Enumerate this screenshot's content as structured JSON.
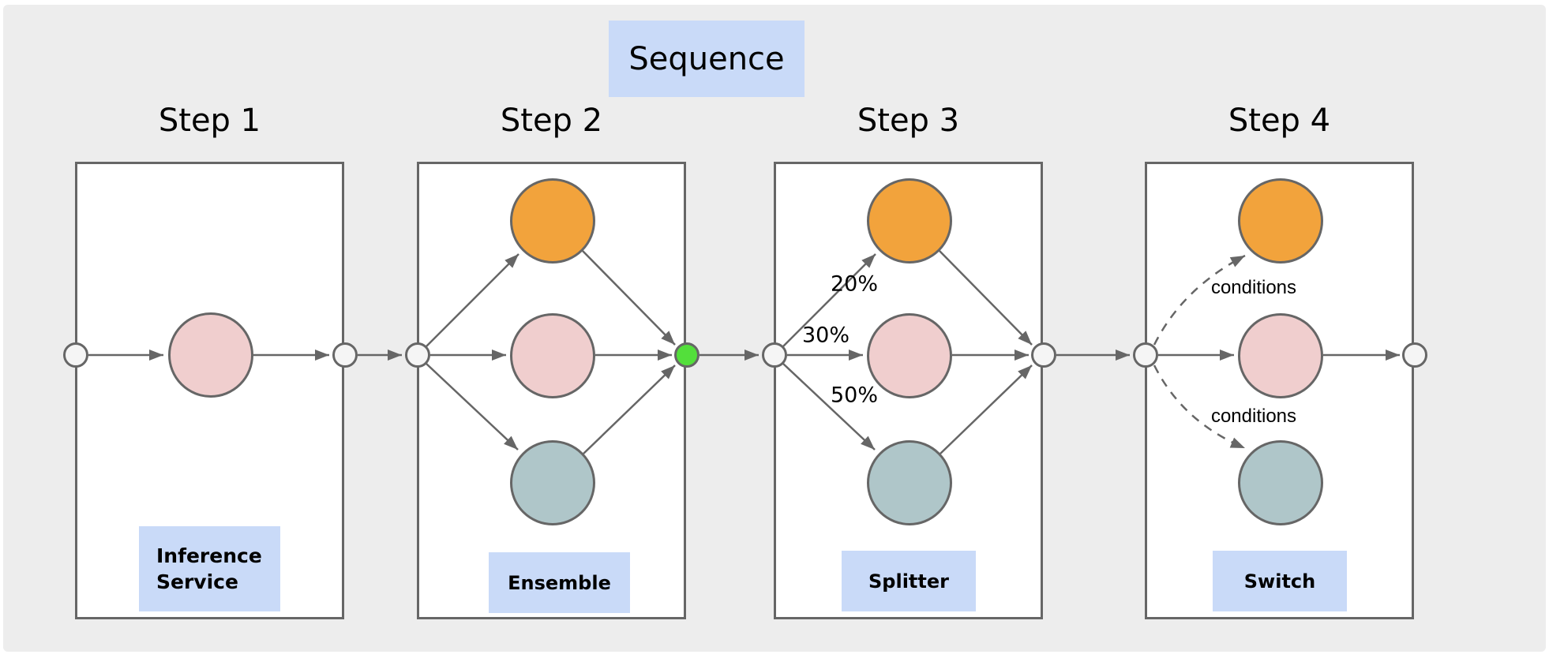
{
  "title": "Sequence",
  "steps": [
    {
      "title": "Step 1",
      "label": "Inference\nService",
      "nodes": [
        "pink"
      ]
    },
    {
      "title": "Step 2",
      "label": "Ensemble",
      "nodes": [
        "orange",
        "pink",
        "teal"
      ],
      "join_node": "green"
    },
    {
      "title": "Step 3",
      "label": "Splitter",
      "nodes": [
        "orange",
        "pink",
        "teal"
      ],
      "branch_labels": [
        "20%",
        "30%",
        "50%"
      ]
    },
    {
      "title": "Step 4",
      "label": "Switch",
      "nodes": [
        "orange",
        "pink",
        "teal"
      ],
      "branch_labels": [
        "conditions",
        "conditions"
      ]
    }
  ],
  "colors": {
    "canvas_background": "#EDEDED",
    "box_fill": "#FFFFFF",
    "stroke": "#666666",
    "node_orange": "#F2A33C",
    "node_pink": "#F0CECE",
    "node_teal": "#AFC6C9",
    "node_green": "#53DF3B",
    "connector_fill": "#F5F5F5",
    "label_background": "#C9DAF8"
  }
}
